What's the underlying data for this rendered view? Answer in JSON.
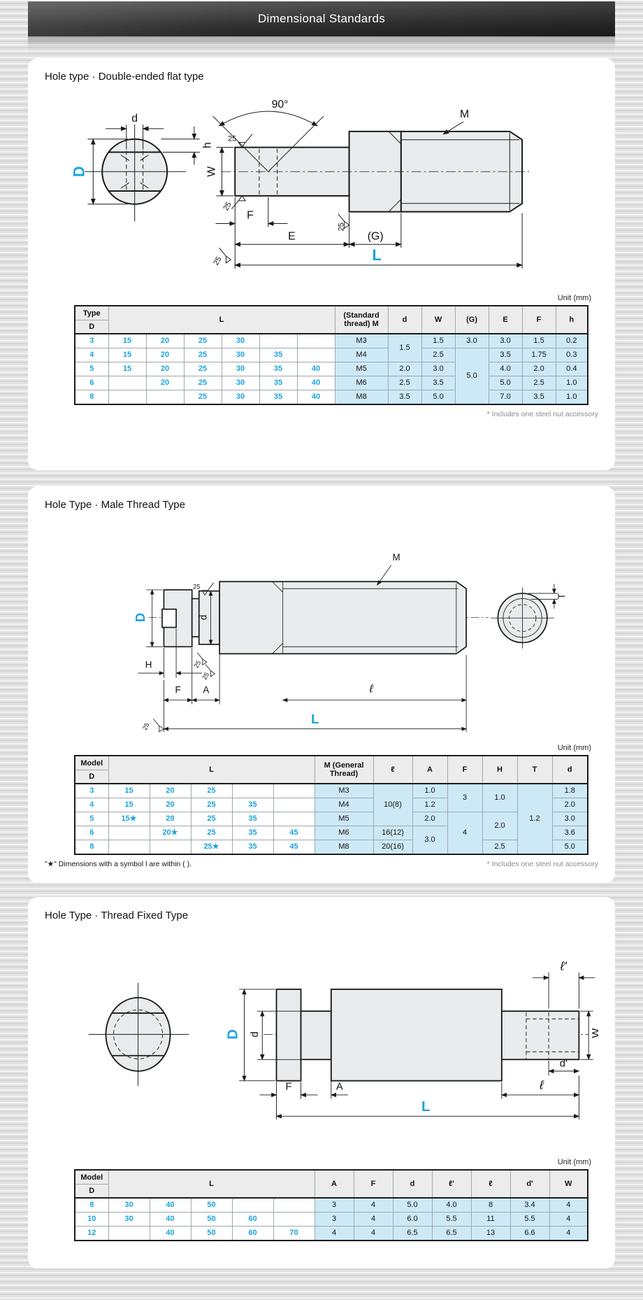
{
  "header": {
    "title": "Dimensional Standards"
  },
  "sections": [
    {
      "title": "Hole type · Double-ended flat type",
      "unit": "Unit (mm)",
      "footnote": "* Includes one steel nut accessory",
      "diagram": {
        "D": "D",
        "d": "d",
        "h": "h",
        "angle": "90°",
        "M": "M",
        "W": "W",
        "F": "F",
        "E": "E",
        "G": "(G)",
        "L": "L",
        "finish": "25"
      },
      "table": {
        "h": {
          "c1a": "Type",
          "c1b": "D",
          "L": "L",
          "M": "(Standard thread) M",
          "d": "d",
          "W": "W",
          "G": "(G)",
          "E": "E",
          "F": "F",
          "hh": "h"
        },
        "rows": [
          {
            "D": "3",
            "L": [
              "15",
              "20",
              "25",
              "30",
              "",
              ""
            ],
            "M": "M3",
            "d": "1.5",
            "W": "1.5",
            "G": "3.0",
            "E": "3.0",
            "F": "1.5",
            "hh": "0.2"
          },
          {
            "D": "4",
            "L": [
              "15",
              "20",
              "25",
              "30",
              "35",
              ""
            ],
            "M": "M4",
            "W": "2.5",
            "G": "5.0",
            "E": "3.5",
            "F": "1.75",
            "hh": "0.3"
          },
          {
            "D": "5",
            "L": [
              "15",
              "20",
              "25",
              "30",
              "35",
              "40"
            ],
            "M": "M5",
            "d": "2.0",
            "W": "3.0",
            "E": "4.0",
            "F": "2.0",
            "hh": "0.4"
          },
          {
            "D": "6",
            "L": [
              "",
              "20",
              "25",
              "30",
              "35",
              "40"
            ],
            "M": "M6",
            "d": "2.5",
            "W": "3.5",
            "E": "5.0",
            "F": "2.5",
            "hh": "1.0"
          },
          {
            "D": "8",
            "L": [
              "",
              "",
              "25",
              "30",
              "35",
              "40"
            ],
            "M": "M8",
            "d": "3.5",
            "W": "5.0",
            "E": "7.0",
            "F": "3.5",
            "hh": "1.0"
          }
        ]
      }
    },
    {
      "title": "Hole Type · Male Thread Type",
      "unit": "Unit (mm)",
      "footnote_left": "\"★\" Dimensions with a symbol l are within ( ).",
      "footnote": "* Includes one steel nut accessory",
      "diagram": {
        "D": "D",
        "d": "d",
        "M": "M",
        "T": "T",
        "H": "H",
        "F": "F",
        "A": "A",
        "ell": "ℓ",
        "L": "L",
        "finish": "25"
      },
      "table": {
        "h": {
          "c1a": "Model",
          "c1b": "D",
          "L": "L",
          "M": "M (General Thread)",
          "l": "ℓ",
          "A": "A",
          "F": "F",
          "H": "H",
          "T": "T",
          "d": "d"
        },
        "rows": [
          {
            "D": "3",
            "L": [
              "15",
              "20",
              "25",
              "",
              ""
            ],
            "M": "M3",
            "l": "10(8)",
            "A": "1.0",
            "F": "3",
            "H": "1.0",
            "T": "1.2",
            "d": "1.8"
          },
          {
            "D": "4",
            "L": [
              "15",
              "20",
              "25",
              "35",
              ""
            ],
            "M": "M4",
            "A": "1.2",
            "d": "2.0"
          },
          {
            "D": "5",
            "L": [
              "15★",
              "20",
              "25",
              "35",
              ""
            ],
            "M": "M5",
            "A": "2.0",
            "F": "4",
            "H": "2.0",
            "d": "3.0"
          },
          {
            "D": "6",
            "L": [
              "",
              "20★",
              "25",
              "35",
              "45"
            ],
            "M": "M6",
            "l": "16(12)",
            "A": "3.0",
            "d": "3.6"
          },
          {
            "D": "8",
            "L": [
              "",
              "",
              "25★",
              "35",
              "45"
            ],
            "M": "M8",
            "l": "20(16)",
            "H": "2.5",
            "d": "5.0"
          }
        ]
      }
    },
    {
      "title": "Hole Type · Thread Fixed Type",
      "unit": "Unit (mm)",
      "diagram": {
        "D": "D",
        "d": "d",
        "F": "F",
        "A": "A",
        "ell2": "ℓ'",
        "ell": "ℓ",
        "d2": "d'",
        "L": "L",
        "W": "W"
      },
      "table": {
        "h": {
          "c1a": "Model",
          "c1b": "D",
          "L": "L",
          "A": "A",
          "F": "F",
          "d": "d",
          "lp": "ℓ'",
          "l": "ℓ",
          "dp": "d'",
          "W": "W"
        },
        "rows": [
          {
            "D": "8",
            "L": [
              "30",
              "40",
              "50",
              "",
              ""
            ],
            "A": "3",
            "F": "4",
            "d": "5.0",
            "lp": "4.0",
            "l": "8",
            "dp": "3.4",
            "W": "4"
          },
          {
            "D": "10",
            "L": [
              "30",
              "40",
              "50",
              "60",
              ""
            ],
            "A": "3",
            "F": "4",
            "d": "6.0",
            "lp": "5.5",
            "l": "11",
            "dp": "5.5",
            "W": "4"
          },
          {
            "D": "12",
            "L": [
              "",
              "40",
              "50",
              "60",
              "70"
            ],
            "A": "4",
            "F": "4",
            "d": "6.5",
            "lp": "6.5",
            "l": "13",
            "dp": "6.6",
            "W": "4"
          }
        ]
      }
    }
  ]
}
